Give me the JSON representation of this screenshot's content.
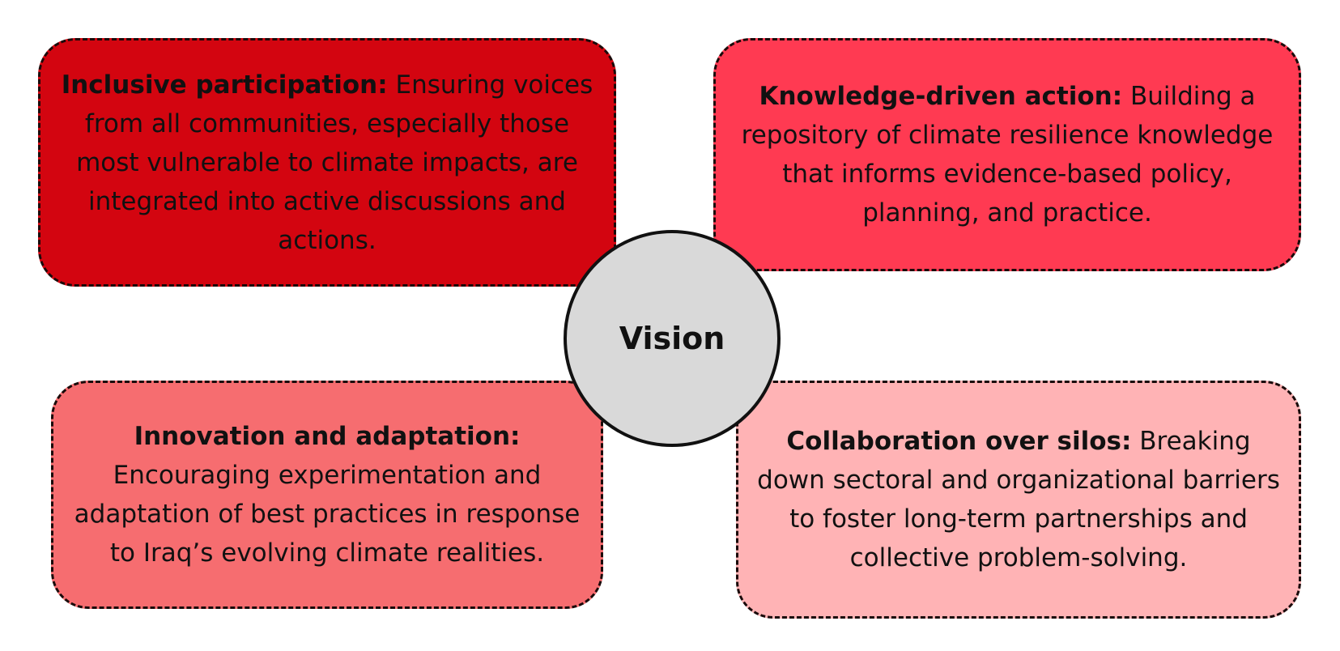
{
  "center": {
    "label": "Vision",
    "fill": "#d9d9d9"
  },
  "cards": {
    "top_left": {
      "lead": "Inclusive participation:",
      "text": " Ensuring voices from all communities, especially those most vulnerable to climate impacts, are integrated into active discussions and actions.",
      "fill": "#d30510"
    },
    "top_right": {
      "lead": "Knowledge-driven action:",
      "text": " Building a repository of climate resilience knowledge that informs evidence-based policy, planning, and practice.",
      "fill": "#ff3a52"
    },
    "bottom_left": {
      "lead": "Innovation and adaptation:",
      "text": " Encouraging experimentation and adaptation of best practices in response to Iraq’s evolving climate realities.",
      "fill": "#f66d70"
    },
    "bottom_right": {
      "lead": "Collaboration over silos:",
      "text": " Breaking down sectoral and organizational barriers to foster long-term partnerships and collective problem-solving.",
      "fill": "#ffb3b5"
    }
  }
}
